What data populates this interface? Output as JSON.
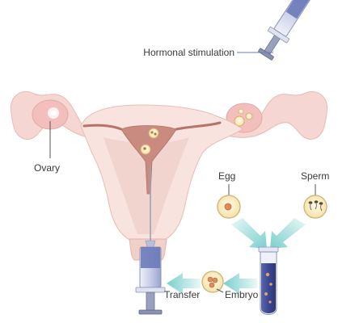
{
  "labels": {
    "hormonal": "Hormonal stimulation",
    "ovary": "Ovary",
    "egg": "Egg",
    "sperm": "Sperm",
    "transfer": "Transfer",
    "embryo": "Embryo"
  },
  "colors": {
    "organ_fill": "#f6dcd8",
    "organ_light": "#fbe9e6",
    "ovary_fill": "#f3bfbd",
    "cavity": "#c98a80",
    "cell_fill": "#fdf1c8",
    "cell_ring": "#cfb173",
    "syringe_barrel": "#c8cde6",
    "syringe_fluid": "#6b7ab8",
    "tube_fluid": "#3f4c93",
    "arrow": "#7fd1cf"
  }
}
